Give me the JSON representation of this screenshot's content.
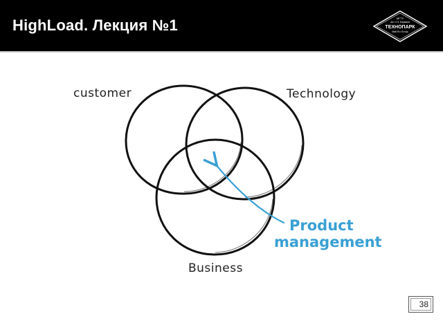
{
  "header": {
    "title": "HighLoad. Лекция №1",
    "background": "#000000",
    "text_color": "#ffffff"
  },
  "logo": {
    "lines": [
      "МГТУ",
      "им. Н.Э. Баумана",
      "ТЕХНОПАРК",
      "Mail.Ru Group"
    ]
  },
  "diagram": {
    "labels": {
      "customer": "customer",
      "technology": "Technology",
      "business": "Business"
    },
    "callout": {
      "line1": "Product",
      "line2": "management",
      "color": "#3aa0d4"
    }
  },
  "footer": {
    "page_number": "38"
  }
}
